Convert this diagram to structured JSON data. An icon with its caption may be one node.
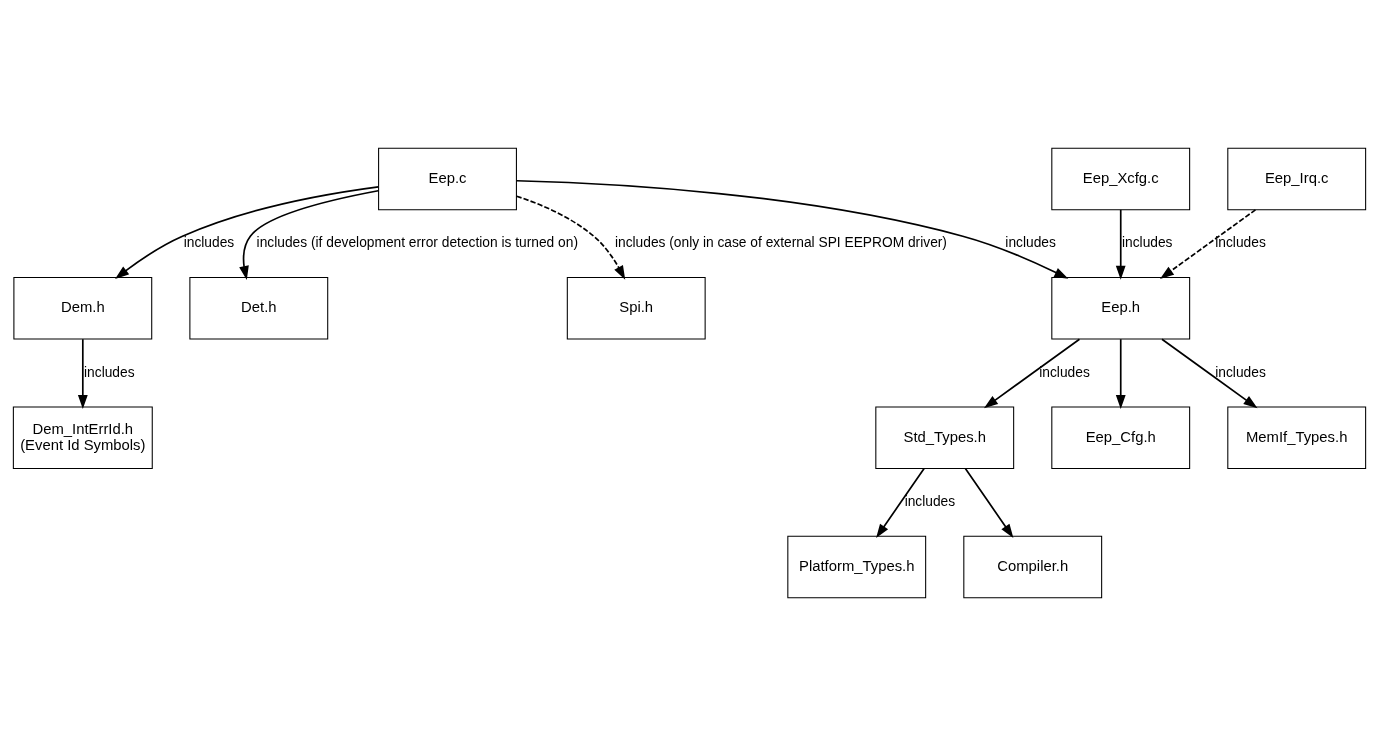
{
  "diagram": {
    "nodes": [
      {
        "text": [
          "Platform_Types.h"
        ]
      },
      {
        "text": [
          "Compiler.h"
        ]
      },
      {
        "text": [
          "Spi.h"
        ]
      },
      {
        "text": [
          "MemIf_Types.h"
        ]
      },
      {
        "text": [
          "Std_Types.h"
        ]
      },
      {
        "text": [
          "Eep.c"
        ]
      },
      {
        "text": [
          "Eep.h"
        ]
      },
      {
        "text": [
          "Eep_Cfg.h"
        ]
      },
      {
        "text": [
          "Dem.h"
        ]
      },
      {
        "text": [
          "Det.h"
        ]
      },
      {
        "text": [
          "Eep_Xcfg.c"
        ]
      },
      {
        "text": [
          "Dem_IntErrId.h",
          "(Event Id Symbols)"
        ]
      },
      {
        "text": [
          "Eep_Irq.c"
        ]
      }
    ],
    "edges": [
      {
        "from": 5,
        "to": 2,
        "arrow": "to",
        "style": "dashed",
        "label": "includes (only in case of external SPI EEPROM driver)"
      },
      {
        "from": 5,
        "to": 6,
        "arrow": "to",
        "label": "includes"
      },
      {
        "from": 6,
        "to": 3,
        "arrow": "to",
        "label": "includes"
      },
      {
        "from": 6,
        "to": 4,
        "arrow": "to",
        "label": "includes"
      },
      {
        "from": 6,
        "to": 7,
        "arrow": "to"
      },
      {
        "from": 4,
        "to": 0,
        "arrow": "to",
        "label": "includes"
      },
      {
        "from": 4,
        "to": 1,
        "arrow": "to"
      },
      {
        "from": 5,
        "to": 8,
        "arrow": "to",
        "label": "includes"
      },
      {
        "from": 5,
        "to": 9,
        "arrow": "to",
        "label": "includes (if development error detection is turned on)"
      },
      {
        "from": 8,
        "to": 11,
        "arrow": "to",
        "label": "includes"
      },
      {
        "from": 12,
        "to": 6,
        "arrow": "to",
        "style": "dashed",
        "label": "includes"
      },
      {
        "from": 10,
        "to": 6,
        "arrow": "to",
        "label": "includes"
      }
    ]
  }
}
